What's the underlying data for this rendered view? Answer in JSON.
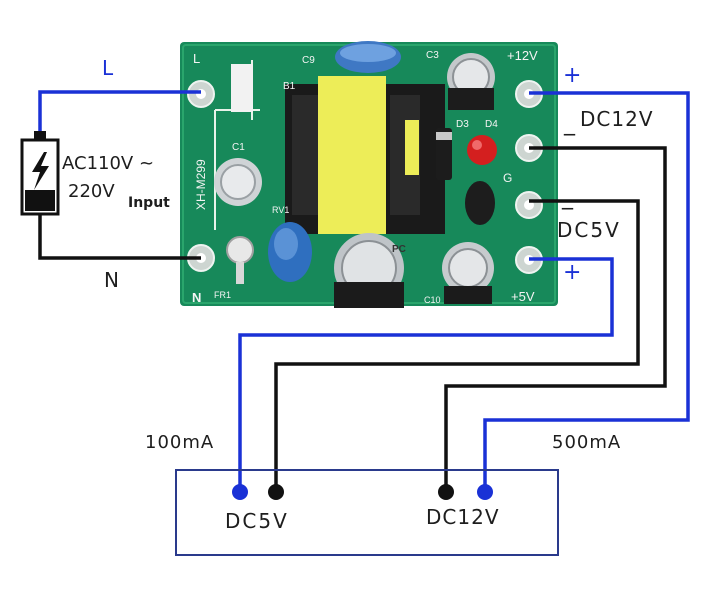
{
  "input": {
    "line_label": "L",
    "neutral_label": "N",
    "voltage_line1": "AC110V ~",
    "voltage_line2": "220V",
    "input_label": "Input"
  },
  "outputs": {
    "plus_top": "+",
    "minus_top": "_",
    "dc12v_label": "DC12V",
    "minus_mid": "_",
    "dc5v_label": "DC5V",
    "plus_bottom": "+"
  },
  "currents": {
    "left": "100mA",
    "right": "500mA"
  },
  "load_box": {
    "dc5v_label": "DC5V",
    "dc12v_label": "DC12V"
  },
  "pcb": {
    "silk_L": "L",
    "silk_N": "N",
    "silk_12v": "+12V",
    "silk_5v": "+5V",
    "silk_G": "G",
    "model": "XH-M299",
    "c9": "C9",
    "c3": "C3",
    "b1": "B1",
    "c1": "C1",
    "d3": "D3",
    "d4": "D4",
    "rv": "RV1",
    "fr1": "FR1",
    "c10": "C10",
    "cap_mark": "PC"
  },
  "colors": {
    "wire_positive": "#1a31d6",
    "wire_negative": "#111111",
    "pcb_green": "#17895a",
    "transformer_yellow": "#eded58",
    "box_border": "#2a3a8c"
  }
}
